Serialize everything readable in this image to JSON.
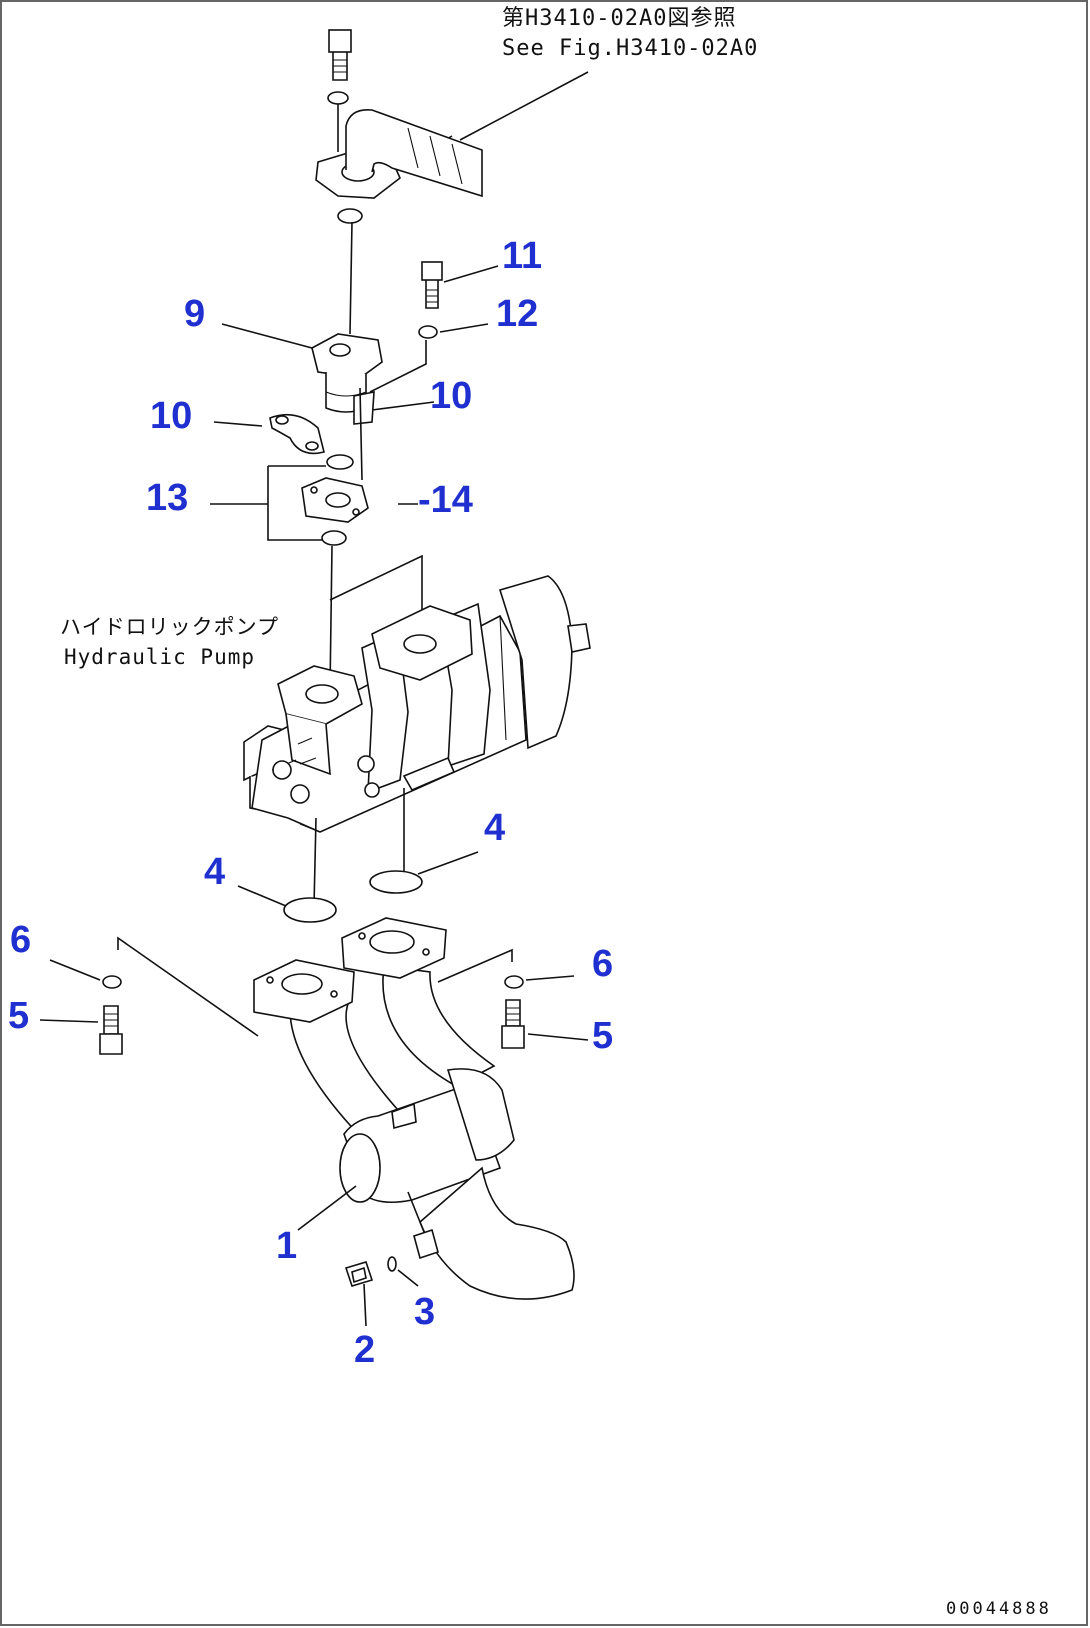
{
  "reference": {
    "jp": "第H3410-02A0図参照",
    "en": "See Fig.H3410-02A0"
  },
  "pump_label": {
    "jp": "ハイドロリックポンプ",
    "en": "Hydraulic Pump"
  },
  "callouts": [
    "1",
    "2",
    "3",
    "4",
    "4",
    "5",
    "5",
    "6",
    "6",
    "9",
    "10",
    "10",
    "11",
    "12",
    "13",
    "-14"
  ],
  "document_number": "00044888",
  "colors": {
    "callout": "#1f2fd0",
    "line": "#111111",
    "frame": "#666666"
  }
}
